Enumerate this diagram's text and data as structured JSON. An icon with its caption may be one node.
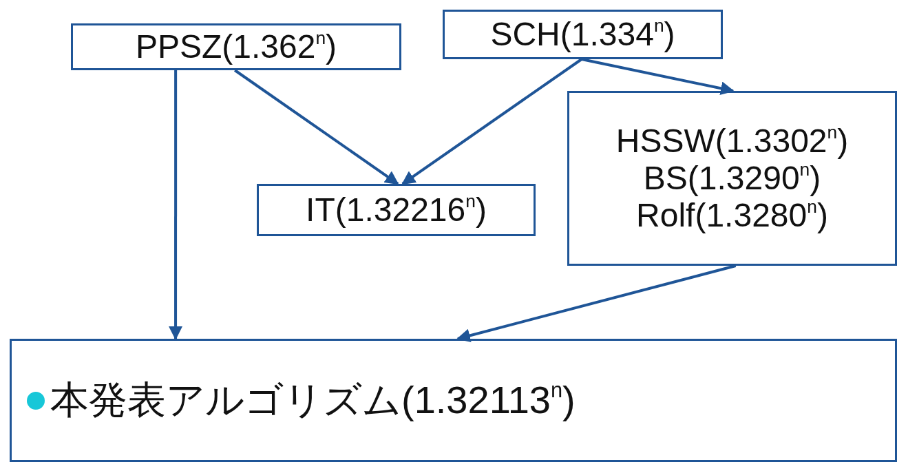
{
  "diagram": {
    "nodes": [
      {
        "text": [
          "PPSZ(1.362$^{n}$)"
        ]
      },
      {
        "text": [
          "SCH(1.334$^{n}$)"
        ]
      },
      {
        "text": [
          "IT(1.32216$^{n}$)"
        ]
      },
      {
        "text": [
          "HSSW(1.3302$^{n}$)",
          "BS(1.3290$^{n}$)",
          "Rolf(1.3280$^{n}$)"
        ]
      },
      {
        "text": [
          "本発表アルゴリズム(1.32113$^{n}$)"
        ]
      }
    ],
    "edges": [
      {
        "from": 0,
        "to": 4,
        "arrow": "to"
      },
      {
        "from": 0,
        "to": 2,
        "arrow": "to"
      },
      {
        "from": 1,
        "to": 2,
        "arrow": "to"
      },
      {
        "from": 1,
        "to": 3,
        "arrow": "to"
      },
      {
        "from": 3,
        "to": 4,
        "arrow": "to"
      }
    ]
  }
}
